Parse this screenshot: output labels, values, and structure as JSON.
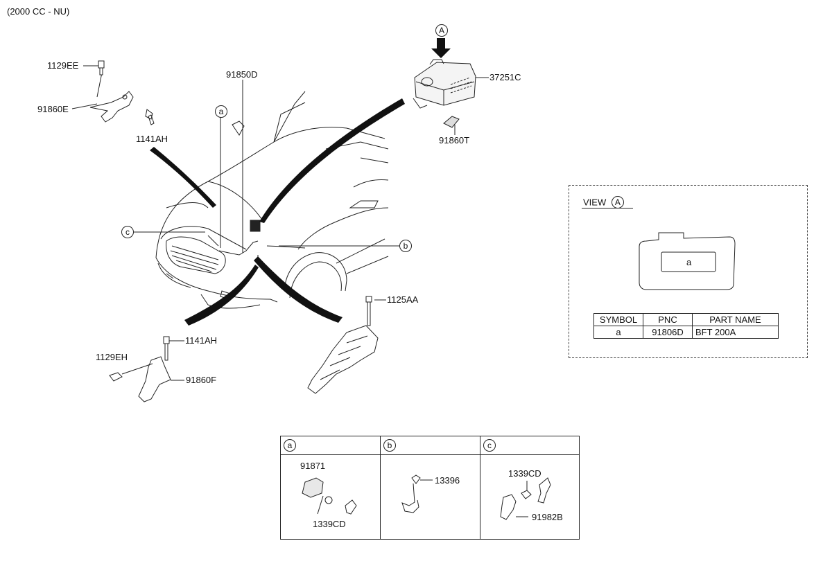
{
  "engine_label": "(2000 CC - NU)",
  "callouts": {
    "p1129EE": "1129EE",
    "p91860E": "91860E",
    "p1141AH_top": "1141AH",
    "p91850D": "91850D",
    "p37251C": "37251C",
    "p91860T": "91860T",
    "p1125AA": "1125AA",
    "p1141AH_bottom": "1141AH",
    "p1129EH": "1129EH",
    "p91860F": "91860F"
  },
  "markers": {
    "a": "a",
    "b": "b",
    "c": "c",
    "A": "A"
  },
  "view": {
    "title": "VIEW",
    "marker": "A",
    "inner_label": "a",
    "table": {
      "headers": [
        "SYMBOL",
        "PNC",
        "PART NAME"
      ],
      "rows": [
        [
          "a",
          "91806D",
          "BFT 200A"
        ]
      ]
    }
  },
  "detail_panels": [
    {
      "marker": "a",
      "labels": [
        "91871",
        "1339CD"
      ]
    },
    {
      "marker": "b",
      "labels": [
        "13396"
      ]
    },
    {
      "marker": "c",
      "labels": [
        "1339CD",
        "91982B"
      ]
    }
  ]
}
